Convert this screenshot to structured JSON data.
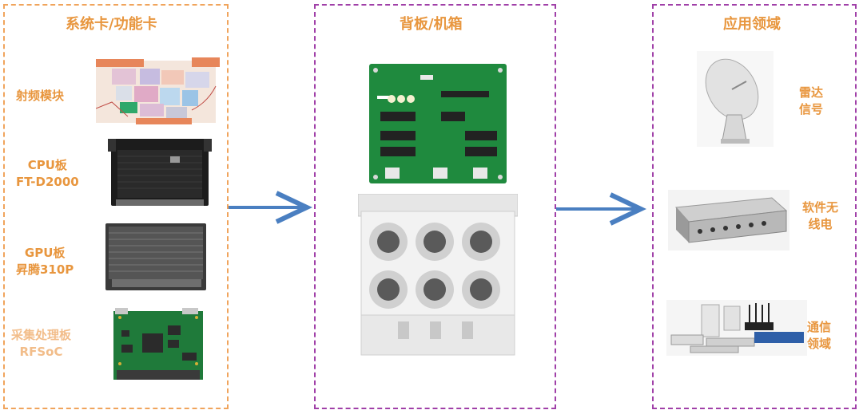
{
  "system_card": {
    "title": "系统卡/功能卡",
    "items": [
      {
        "line1": "射频模块",
        "line2": ""
      },
      {
        "line1": "CPU板",
        "line2": "FT-D2000"
      },
      {
        "line1": "GPU板",
        "line2": "昇腾310P"
      },
      {
        "line1": "采集处理板",
        "line2": "RFSoC"
      }
    ]
  },
  "backplane": {
    "title": "背板/机箱"
  },
  "application": {
    "title": "应用领域",
    "items": [
      {
        "line1": "雷达",
        "line2": "信号"
      },
      {
        "line1": "软件无",
        "line2": "线电"
      },
      {
        "line1": "通信",
        "line2": "领域"
      }
    ]
  },
  "colors": {
    "orange": "#e8963e",
    "purple": "#a040a8",
    "arrow": "#4a7fc1",
    "pcb_green": "#1f7a3a"
  }
}
